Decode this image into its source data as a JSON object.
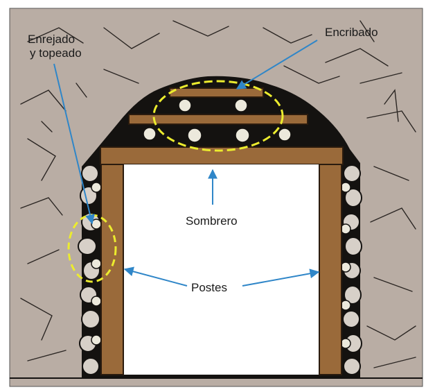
{
  "diagram": {
    "labels": {
      "enrejado_line1": "Enrejado",
      "enrejado_line2": "y topeado",
      "encribado": "Encribado",
      "sombrero": "Sombrero",
      "postes": "Postes"
    },
    "colors": {
      "rock": "#b9ada4",
      "rock_lines": "#2b2623",
      "packing": "#141210",
      "timber": "#9a6a3a",
      "timber_outline": "#2a1b0e",
      "opening": "#ffffff",
      "log_end": "#ece9dc",
      "callout": "#ecec2e",
      "leader": "#2f86c8"
    }
  }
}
